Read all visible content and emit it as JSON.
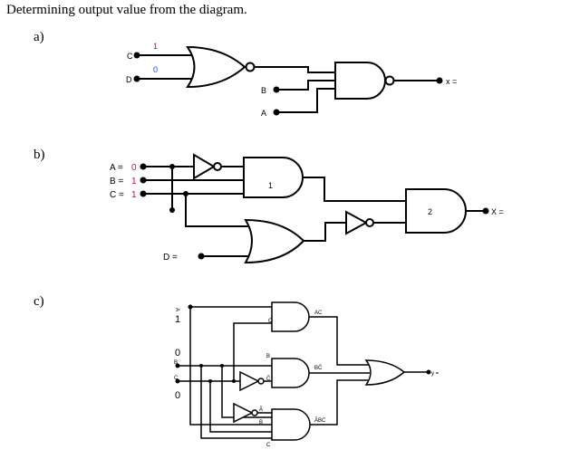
{
  "title": "Determining output value from the diagram.",
  "colors": {
    "line": "#000000",
    "input_value": "#d6004b",
    "extra_value": "#0050d6"
  },
  "parts": {
    "a": {
      "label": "a)",
      "inputs": {
        "c": "C",
        "d": "D",
        "b": "B",
        "a": "A"
      },
      "values": {
        "c": "1",
        "d": "0"
      },
      "output": "x ="
    },
    "b": {
      "label": "b)",
      "inputs": {
        "a": "A =",
        "b": "B =",
        "c": "C =",
        "d": "D ="
      },
      "values": {
        "a": "0",
        "b": "1",
        "c": "1"
      },
      "gate_marks": {
        "and1": "1",
        "and2": "2"
      },
      "output": "X ="
    },
    "c": {
      "label": "c)",
      "inputs": {
        "a": "A",
        "b": "B",
        "c": "C"
      },
      "values": {
        "a": "1",
        "b": "0",
        "c": "0"
      },
      "wire_labels": {
        "c1": "C",
        "b1": "B",
        "cbar": "C̄",
        "abar": "Ā",
        "b2": "B",
        "c2": "C"
      },
      "terms": {
        "t1": "AC",
        "t2": "BC̄",
        "t3": "ĀBC"
      },
      "output": "y ="
    }
  }
}
